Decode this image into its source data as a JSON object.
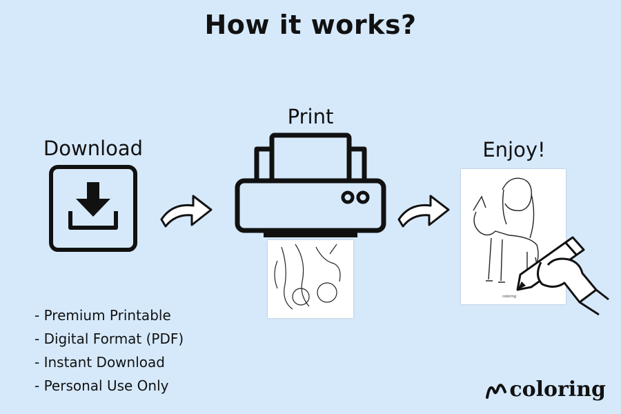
{
  "header": {
    "title": "How it works?"
  },
  "steps": [
    {
      "label": "Download",
      "icon": "download-icon"
    },
    {
      "label": "Print",
      "icon": "printer-icon"
    },
    {
      "label": "Enjoy!",
      "icon": "coloring-page-icon"
    }
  ],
  "features": [
    "- Premium Printable",
    "- Digital Format (PDF)",
    "- Instant Download",
    "- Personal Use Only"
  ],
  "brand": {
    "name": "coloring"
  },
  "colors": {
    "background": "#d6e9fb",
    "ink": "#111111",
    "paper": "#ffffff"
  }
}
